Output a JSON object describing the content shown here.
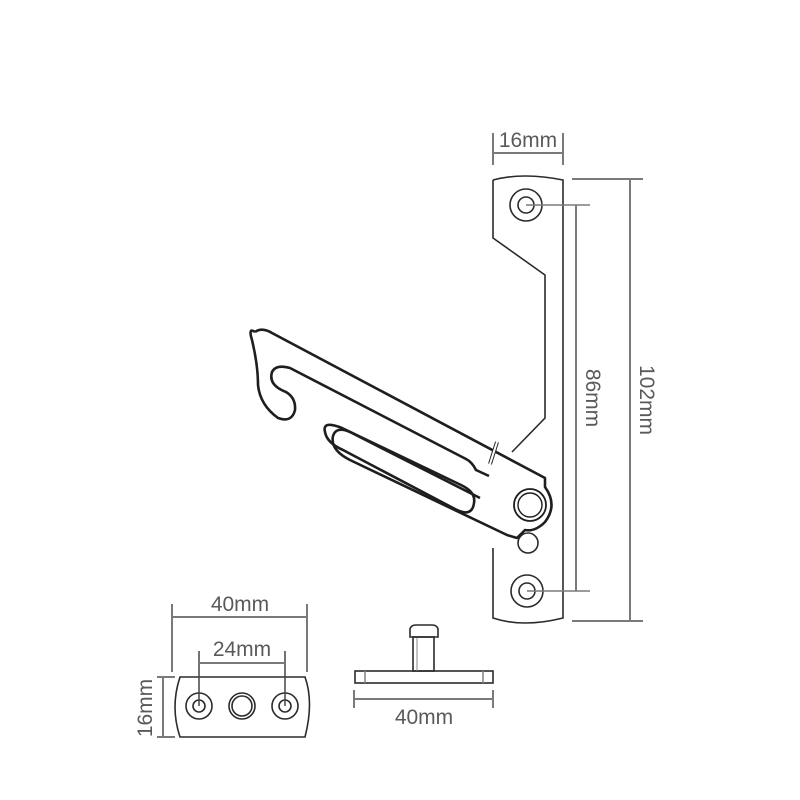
{
  "diagram": {
    "subject": "window restrictor stay technical drawing",
    "line_color": "#2b2b2b",
    "dimension_line_color": "#7a7a7a",
    "text_color": "#5a5a5a",
    "main_part": {
      "width_label": "16mm",
      "hole_spacing_label": "86mm",
      "overall_length_label": "102mm"
    },
    "keep_plate_top": {
      "width_label": "40mm",
      "hole_spacing_label": "24mm",
      "height_label": "16mm"
    },
    "keep_plate_side": {
      "width_label": "40mm"
    }
  }
}
